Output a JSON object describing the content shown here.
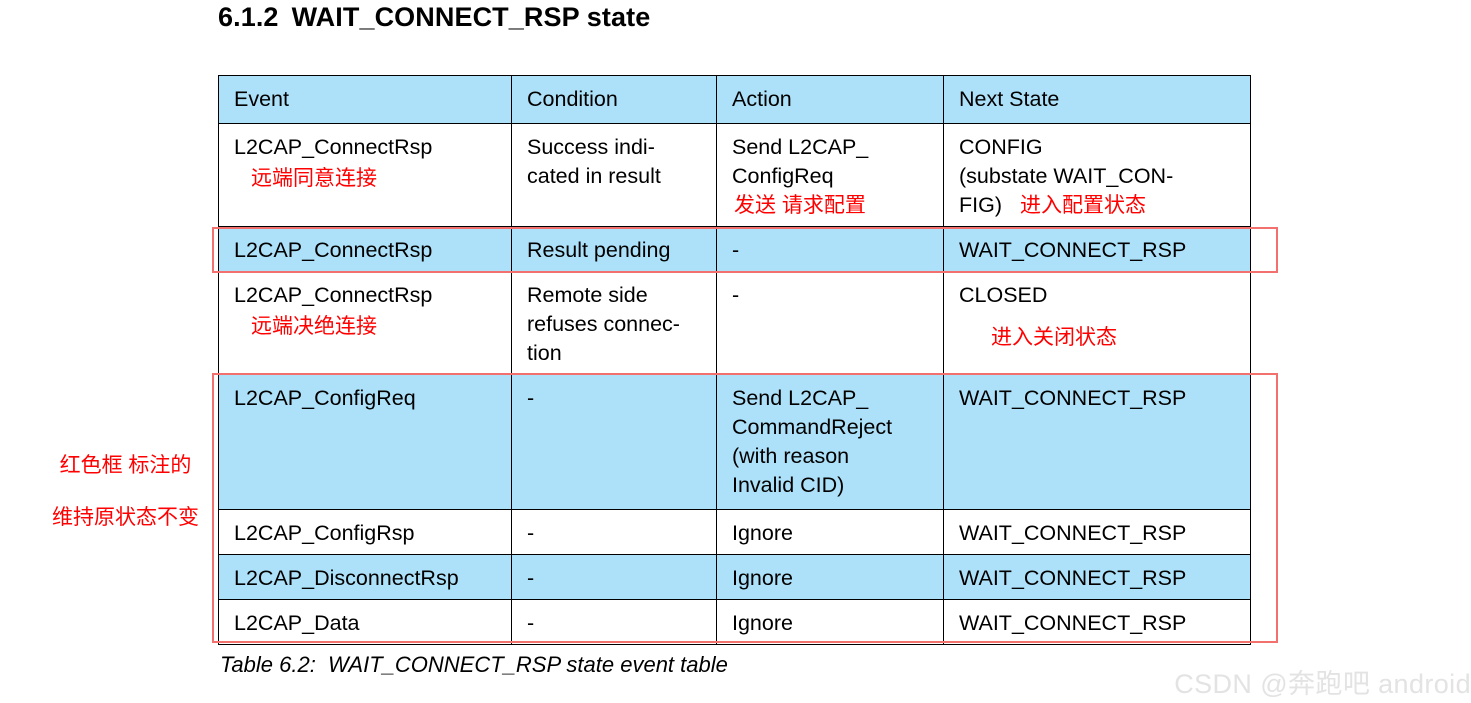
{
  "heading": {
    "number": "6.1.2",
    "title": "WAIT_CONNECT_RSP state"
  },
  "table": {
    "columns": [
      "Event",
      "Condition",
      "Action",
      "Next State"
    ],
    "rows": [
      {
        "shade": "white",
        "event": "L2CAP_ConnectRsp",
        "event_note": "远端同意连接",
        "condition": "Success indi-\ncated in result",
        "action": "Send L2CAP_\nConfigReq",
        "action_note": "发送 请求配置",
        "next_state_line1": "CONFIG",
        "next_state_line2": "(substate WAIT_CON-",
        "next_state_line3": "FIG)",
        "next_state_note": "进入配置状态"
      },
      {
        "shade": "blue",
        "event": "L2CAP_ConnectRsp",
        "condition": "Result pending",
        "action": "-",
        "next_state": "WAIT_CONNECT_RSP"
      },
      {
        "shade": "white",
        "event": "L2CAP_ConnectRsp",
        "event_note": "远端决绝连接",
        "condition": "Remote side\nrefuses connec-\ntion",
        "action": "-",
        "next_state": "CLOSED",
        "next_state_note": "进入关闭状态"
      },
      {
        "shade": "blue",
        "event": "L2CAP_ConfigReq",
        "condition": "-",
        "action": "Send L2CAP_\nCommandReject\n(with reason\nInvalid CID)",
        "next_state": "WAIT_CONNECT_RSP"
      },
      {
        "shade": "white",
        "event": "L2CAP_ConfigRsp",
        "condition": "-",
        "action": "Ignore",
        "next_state": "WAIT_CONNECT_RSP"
      },
      {
        "shade": "blue",
        "event": "L2CAP_DisconnectRsp",
        "condition": "-",
        "action": "Ignore",
        "next_state": "WAIT_CONNECT_RSP"
      },
      {
        "shade": "white",
        "event": "L2CAP_Data",
        "condition": "-",
        "action": "Ignore",
        "next_state": "WAIT_CONNECT_RSP"
      }
    ]
  },
  "annotations": {
    "left_note_line1": "红色框 标注的",
    "left_note_line2": "维持原状态不变",
    "red_color": "#F2706E",
    "note_color": "#FF0000",
    "highlight_color": "#ADE1F9"
  },
  "caption": "Table 6.2:  WAIT_CONNECT_RSP state event table",
  "watermark": "CSDN @奔跑吧 android"
}
